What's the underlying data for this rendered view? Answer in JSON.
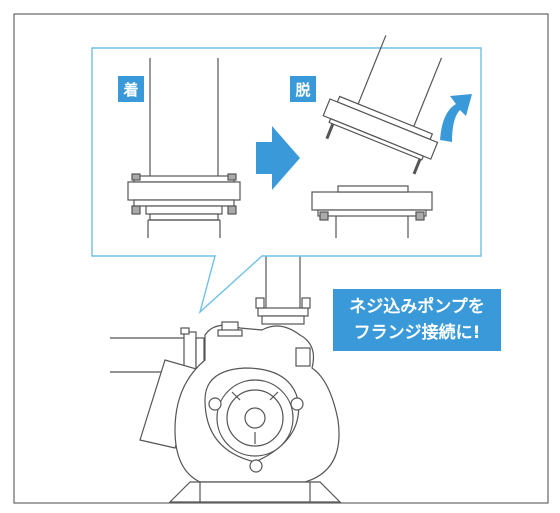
{
  "labels": {
    "attach": "着",
    "detach": "脱"
  },
  "callout": {
    "line1": "ネジ込みポンプを",
    "line2": "フランジ接続に!"
  },
  "colors": {
    "accent": "#3a9ad9",
    "frame_border": "#666666",
    "callout_border": "#6fc0e8",
    "line": "#555555"
  },
  "icons": [
    "arrow-right-icon",
    "rotate-arrow-icon"
  ]
}
